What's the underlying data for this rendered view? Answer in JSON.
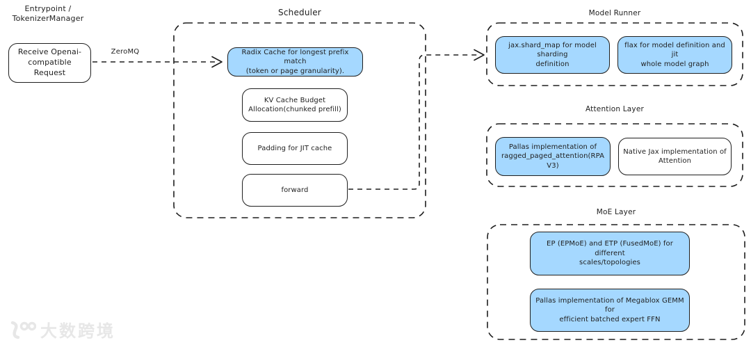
{
  "colors": {
    "stroke": "#1e1e1e",
    "node_blue_fill": "#a5d8ff",
    "node_white_fill": "#ffffff",
    "background": "#ffffff",
    "watermark": "#e7e7e7"
  },
  "entrypoint": {
    "title": "Entrypoint /\nTokenizerManager",
    "receive_box": {
      "label": "Receive Openai-\ncompatible Request",
      "variant": "white"
    }
  },
  "edges": {
    "zeromq": {
      "label": "ZeroMQ"
    }
  },
  "scheduler": {
    "title": "Scheduler",
    "boxes": [
      {
        "label": "Radix Cache for longest prefix match\n(token or page granularity).",
        "variant": "blue"
      },
      {
        "label": "KV Cache Budget\nAllocation(chunked prefill)",
        "variant": "white"
      },
      {
        "label": "Padding for JIT cache",
        "variant": "white"
      },
      {
        "label": "forward",
        "variant": "white"
      }
    ]
  },
  "model_runner": {
    "title": "Model Runner",
    "boxes": [
      {
        "label": "jax.shard_map for model sharding\ndefinition",
        "variant": "blue"
      },
      {
        "label": "flax for model definition and jit\nwhole model graph",
        "variant": "blue"
      }
    ]
  },
  "attention_layer": {
    "title": "Attention Layer",
    "boxes": [
      {
        "label": "Pallas implementation of\nragged_paged_attention(RPA V3)",
        "variant": "blue"
      },
      {
        "label": "Native Jax implementation of\nAttention",
        "variant": "white"
      }
    ]
  },
  "moe_layer": {
    "title": "MoE Layer",
    "boxes": [
      {
        "label": "EP (EPMoE) and ETP (FusedMoE) for different\nscales/topologies",
        "variant": "blue"
      },
      {
        "label": "Pallas implementation of Megablox GEMM for\nefficient batched expert FFN",
        "variant": "blue"
      }
    ]
  },
  "watermark": {
    "text": "大数跨境"
  }
}
